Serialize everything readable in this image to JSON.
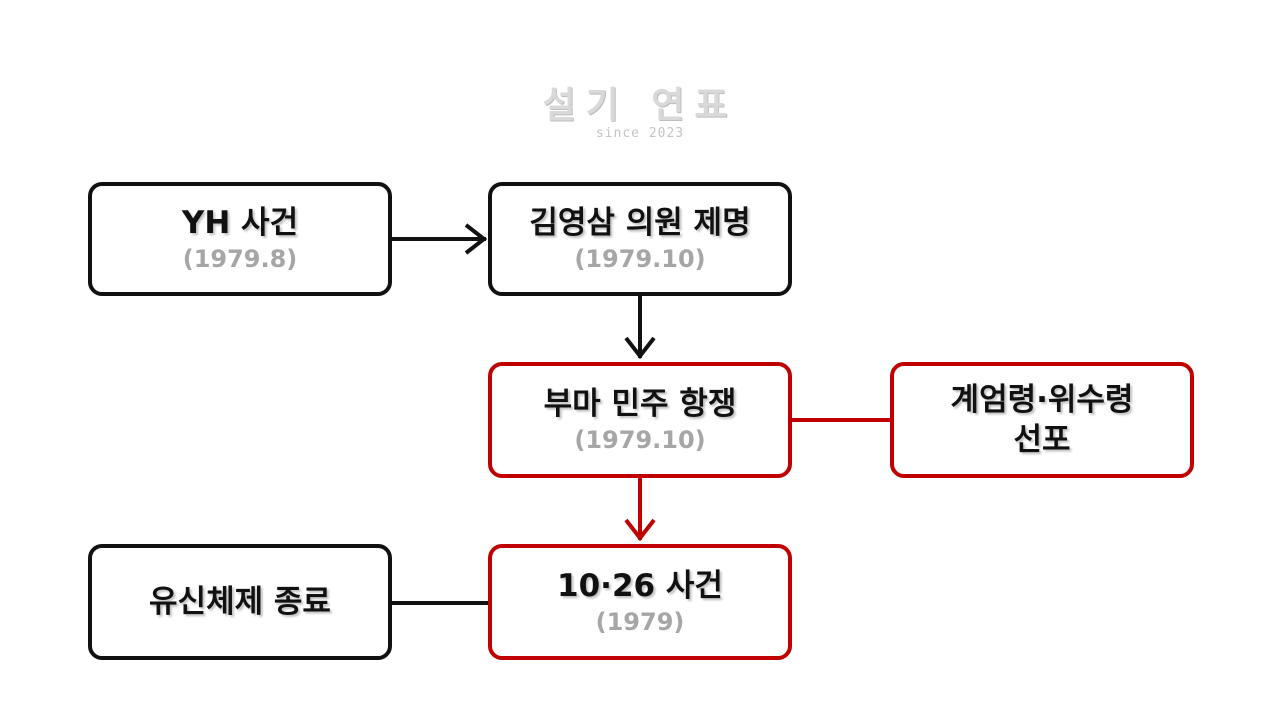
{
  "logo": {
    "title": "설기 연표",
    "subtitle": "since 2023"
  },
  "nodes": {
    "yh": {
      "title": "YH 사건",
      "date": "(1979.8)"
    },
    "kim": {
      "title": "김영삼 의원 제명",
      "date": "(1979.10)"
    },
    "buma": {
      "title": "부마 민주 항쟁",
      "date": "(1979.10)"
    },
    "martial": {
      "title_line1": "계엄령·위수령",
      "title_line2": "선포"
    },
    "oct26": {
      "title": "10·26 사건",
      "date": "(1979)"
    },
    "yushin": {
      "title": "유신체제 종료"
    }
  },
  "colors": {
    "black": "#111111",
    "red": "#c00000",
    "date_gray": "#a6a6a6"
  }
}
